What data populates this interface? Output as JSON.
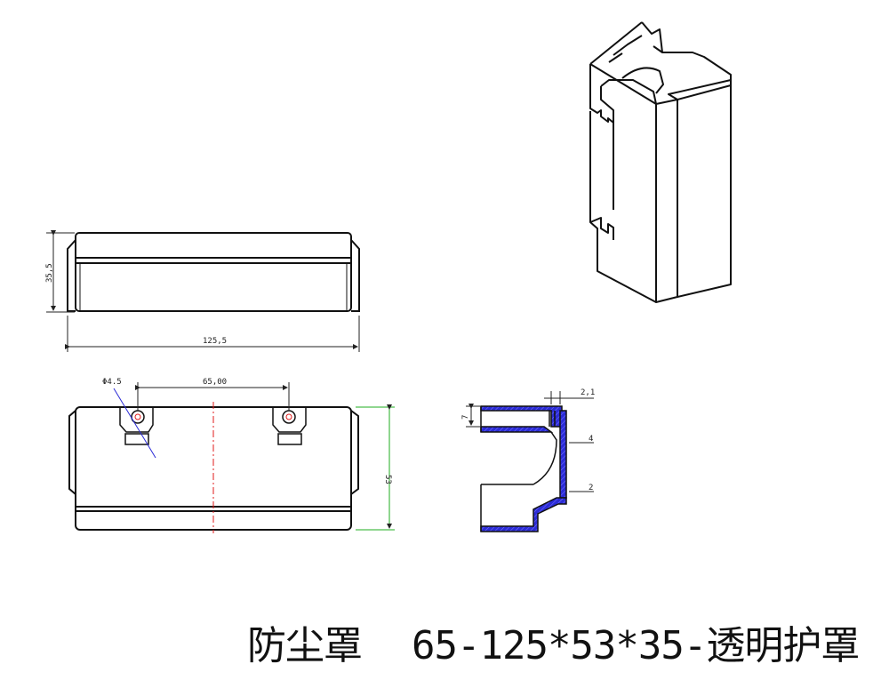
{
  "dimensions": {
    "front_height": "35,5",
    "front_width": "125,5",
    "hole_diameter": "Φ4.5",
    "hole_spacing": "65,00",
    "top_height": "53",
    "section_wall": "2,1",
    "section_top": "7",
    "section_mid": "4",
    "section_bottom": "2"
  },
  "title": {
    "name": "防尘罩",
    "spec": "65-125*53*35-透明护罩"
  },
  "colors": {
    "line": "#111111",
    "section_fill": "#2b2bd6",
    "centerline": "#e01b1b",
    "dimension_green": "#1fae1f"
  }
}
